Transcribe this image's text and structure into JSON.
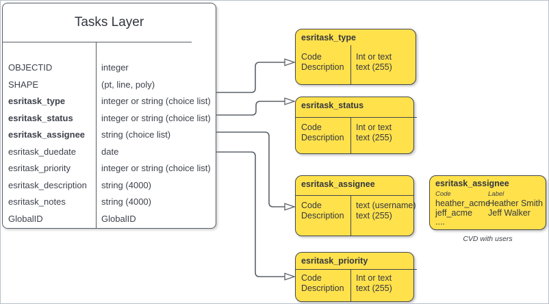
{
  "colors": {
    "yellow_fill": "#FFE14C",
    "yellow_border": "#43454a",
    "table_border": "#555a63",
    "connector": "#5a6069",
    "text": "#383c45",
    "frame_border": "#b7c0ca"
  },
  "tasks_table": {
    "title": "Tasks Layer",
    "rows": [
      {
        "name": "OBJECTID",
        "type": "integer"
      },
      {
        "name": "SHAPE",
        "type": "(pt, line, poly)"
      },
      {
        "name": "esritask_type",
        "type": "integer or string (choice list)"
      },
      {
        "name": "esritask_status",
        "type": "integer or string (choice list)"
      },
      {
        "name": "esritask_assignee",
        "type": "string (choice list)"
      },
      {
        "name": "esritask_duedate",
        "type": "date"
      },
      {
        "name": "esritask_priority",
        "type": "integer or string (choice list)"
      },
      {
        "name": "esritask_description",
        "type": "string (4000)"
      },
      {
        "name": "esritask_notes",
        "type": "string (4000)"
      },
      {
        "name": "GlobalID",
        "type": "GlobalID"
      }
    ]
  },
  "domains": [
    {
      "title": "esritask_type",
      "left_rows": [
        "Code",
        "Description"
      ],
      "right_rows": [
        "Int or text",
        "text (255)"
      ]
    },
    {
      "title": "esritask_status",
      "left_rows": [
        "Code",
        "Description"
      ],
      "right_rows": [
        "Int or text",
        "text (255)"
      ]
    },
    {
      "title": "esritask_assignee",
      "left_rows": [
        "Code",
        "Description"
      ],
      "right_rows": [
        "text  (username)",
        "text (255)"
      ]
    },
    {
      "title": "esritask_priority",
      "left_rows": [
        "Code",
        "Description"
      ],
      "right_rows": [
        "Int or text",
        "text (255)"
      ]
    }
  ],
  "cvd_box": {
    "title": "esritask_assignee",
    "col_headers": [
      "Code",
      "Label"
    ],
    "rows": [
      {
        "code": "heather_acme",
        "label": "Heather Smith"
      },
      {
        "code": "jeff_acme",
        "label": "Jeff Walker"
      }
    ],
    "ellipsis": "....",
    "caption": "CVD with users"
  }
}
